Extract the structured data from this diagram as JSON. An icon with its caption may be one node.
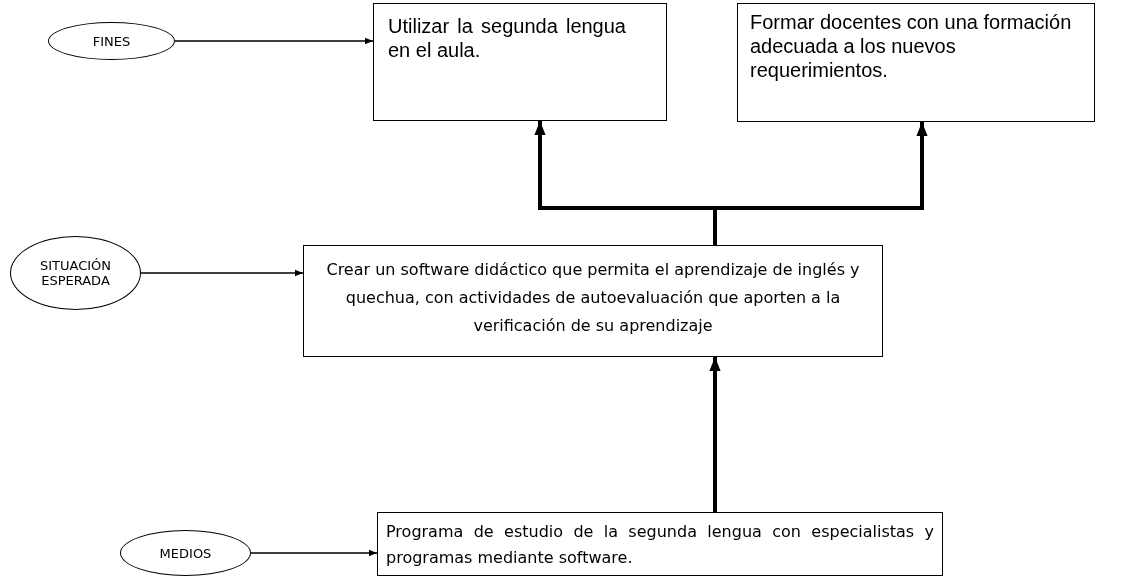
{
  "diagram": {
    "nodes": [
      {
        "text": [
          "FINES"
        ]
      },
      {
        "text": [
          "Utilizar la segunda lengua en el aula."
        ]
      },
      {
        "text": [
          "Formar docentes con una formación adecuada a los nuevos requerimientos."
        ]
      },
      {
        "text": [
          "SITUACIÓN ESPERADA"
        ]
      },
      {
        "text": [
          "Crear un software didáctico que permita el aprendizaje de inglés y quechua, con actividades de autoevaluación que aporten a la verificación de su aprendizaje"
        ]
      },
      {
        "text": [
          "MEDIOS"
        ]
      },
      {
        "text": [
          "Programa de estudio de la segunda lengua con especialistas y  programas mediante software."
        ]
      }
    ],
    "edges": [
      {
        "from": 0,
        "to": 1,
        "arrow": "to"
      },
      {
        "from": 4,
        "to": 1,
        "arrow": "to",
        "style": "thick"
      },
      {
        "from": 4,
        "to": 2,
        "arrow": "to",
        "style": "thick"
      },
      {
        "from": 3,
        "to": 4,
        "arrow": "to"
      },
      {
        "from": 6,
        "to": 4,
        "arrow": "to",
        "style": "thick"
      },
      {
        "from": 5,
        "to": 6,
        "arrow": "to"
      }
    ]
  }
}
